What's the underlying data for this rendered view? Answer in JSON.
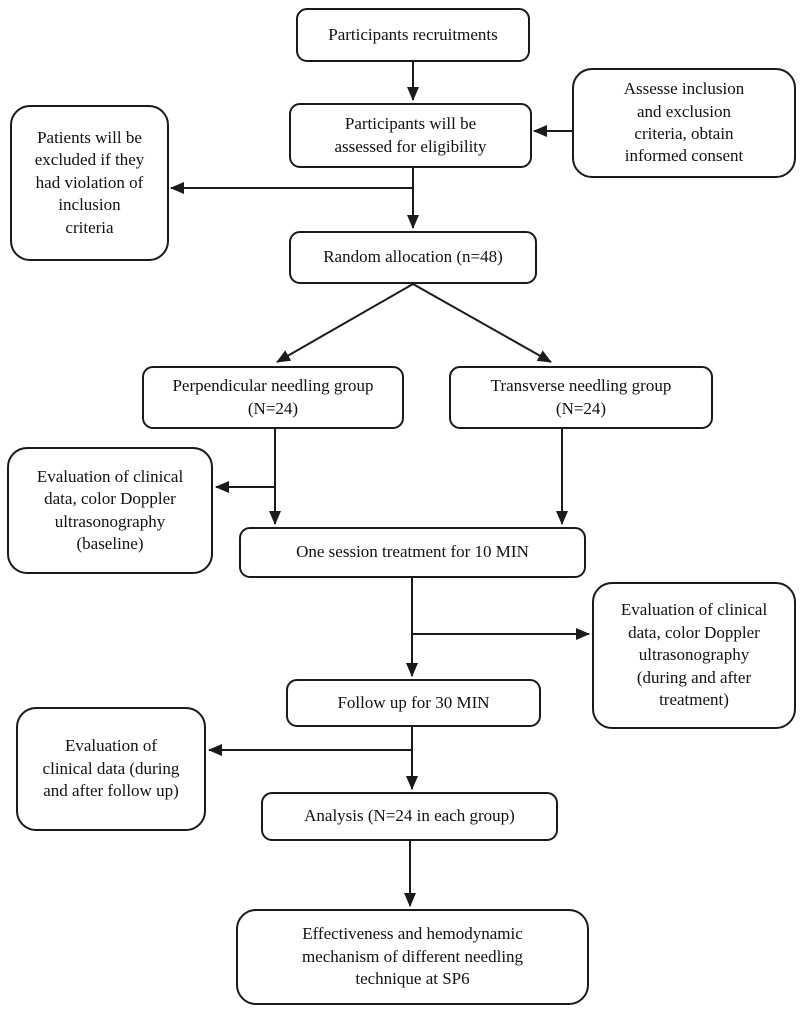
{
  "diagram": {
    "type": "flowchart",
    "nodes": {
      "recruitment": {
        "label": "Participants recruitments"
      },
      "eligibility": {
        "label": "Participants will be\nassessed for eligibility"
      },
      "assess_criteria": {
        "label": "Assesse inclusion\nand exclusion\ncriteria, obtain\ninformed consent"
      },
      "excluded": {
        "label": "Patients will be\nexcluded if they\nhad violation of\ninclusion\ncriteria"
      },
      "random_allocation": {
        "label": "Random allocation (n=48)"
      },
      "perpendicular_group": {
        "label": "Perpendicular needling group\n(N=24)"
      },
      "transverse_group": {
        "label": "Transverse needling group\n(N=24)"
      },
      "baseline_evaluation": {
        "label": "Evaluation of clinical\ndata, color Doppler\nultrasonography\n(baseline)"
      },
      "one_session_treatment": {
        "label": "One session treatment for 10 MIN"
      },
      "treatment_evaluation": {
        "label": "Evaluation of clinical\ndata, color Doppler\nultrasonography\n(during and after\ntreatment)"
      },
      "follow_up": {
        "label": "Follow up for 30 MIN"
      },
      "follow_up_evaluation": {
        "label": "Evaluation of\nclinical data (during\nand after follow up)"
      },
      "analysis": {
        "label": "Analysis (N=24 in each group)"
      },
      "outcome": {
        "label": "Effectiveness and hemodynamic\nmechanism of different needling\ntechnique at SP6"
      }
    },
    "edges": [
      {
        "from": "recruitment",
        "to": "eligibility"
      },
      {
        "from": "assess_criteria",
        "to": "eligibility"
      },
      {
        "from": "eligibility",
        "to": "excluded"
      },
      {
        "from": "eligibility",
        "to": "random_allocation"
      },
      {
        "from": "random_allocation",
        "to": "perpendicular_group"
      },
      {
        "from": "random_allocation",
        "to": "transverse_group"
      },
      {
        "from": "perpendicular_group",
        "to": "baseline_evaluation"
      },
      {
        "from": "perpendicular_group",
        "to": "one_session_treatment"
      },
      {
        "from": "transverse_group",
        "to": "one_session_treatment"
      },
      {
        "from": "one_session_treatment",
        "to": "treatment_evaluation"
      },
      {
        "from": "one_session_treatment",
        "to": "follow_up"
      },
      {
        "from": "follow_up",
        "to": "follow_up_evaluation"
      },
      {
        "from": "follow_up",
        "to": "analysis"
      },
      {
        "from": "analysis",
        "to": "outcome"
      }
    ],
    "colors": {
      "background": "#ffffff",
      "stroke": "#1a1a1a",
      "text": "#111111"
    }
  }
}
